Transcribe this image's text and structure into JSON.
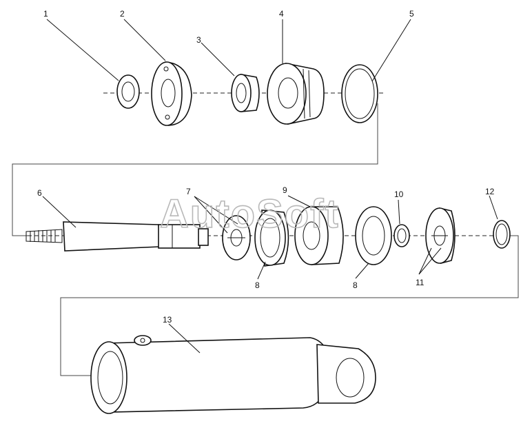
{
  "watermark": "AutoSoft",
  "callouts": [
    {
      "id": "c1",
      "text": "1"
    },
    {
      "id": "c2",
      "text": "2"
    },
    {
      "id": "c3",
      "text": "3"
    },
    {
      "id": "c4",
      "text": "4"
    },
    {
      "id": "c5",
      "text": "5"
    },
    {
      "id": "c6",
      "text": "6"
    },
    {
      "id": "c7",
      "text": "7"
    },
    {
      "id": "c8a",
      "text": "8"
    },
    {
      "id": "c9",
      "text": "9"
    },
    {
      "id": "c8b",
      "text": "8"
    },
    {
      "id": "c10",
      "text": "10"
    },
    {
      "id": "c11",
      "text": "11"
    },
    {
      "id": "c12",
      "text": "12"
    },
    {
      "id": "c13",
      "text": "13"
    }
  ]
}
